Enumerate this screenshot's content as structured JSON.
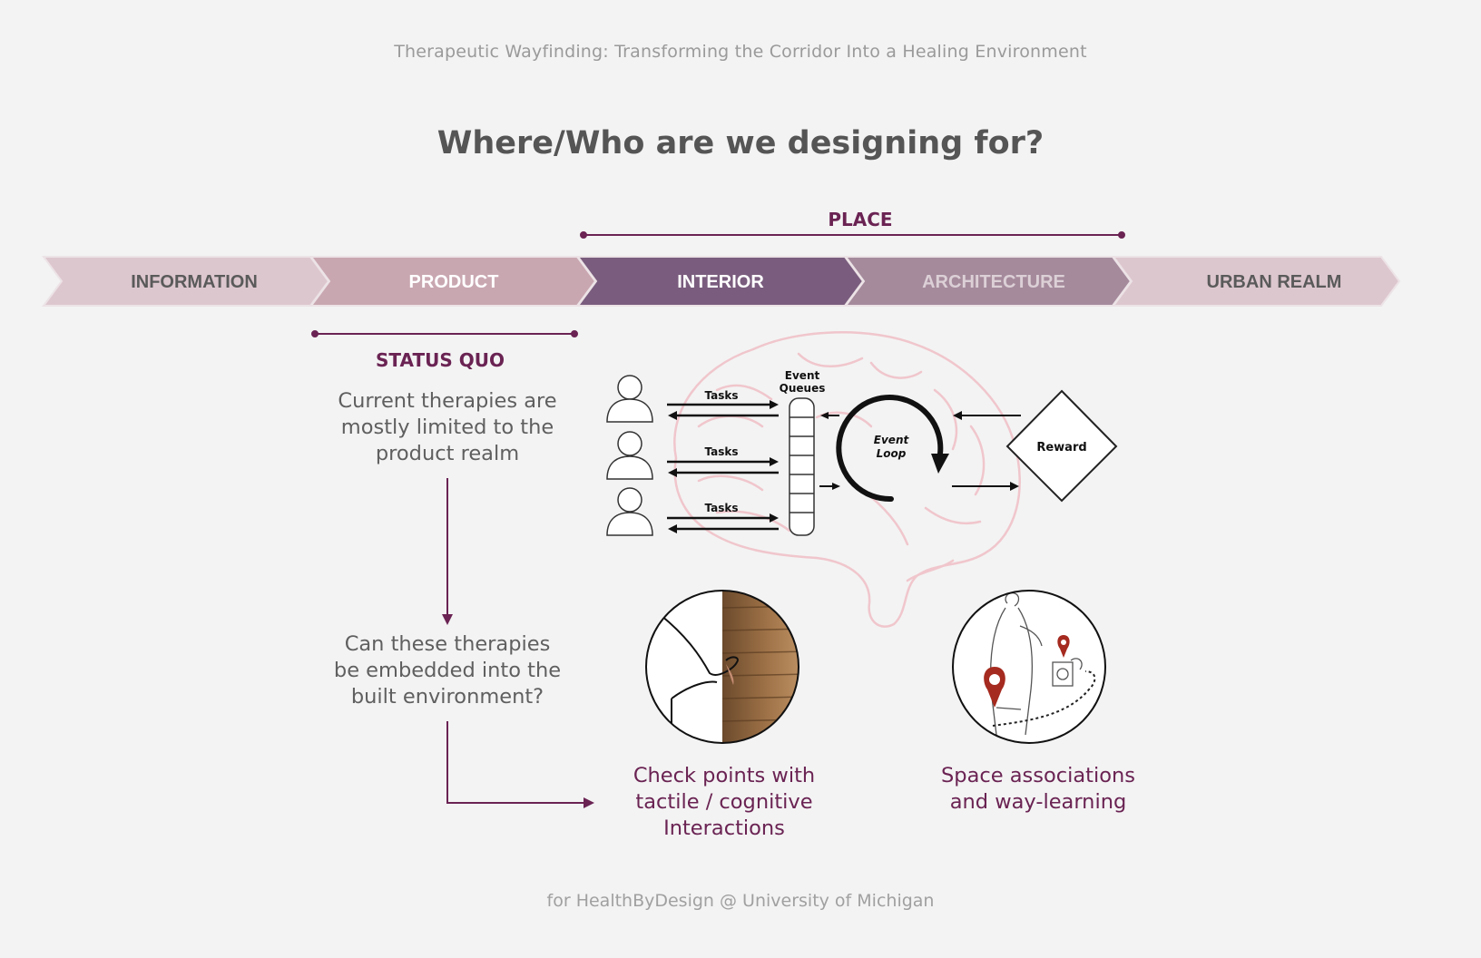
{
  "header": {
    "subtitle": "Therapeutic Wayfinding:  Transforming the Corridor Into a Healing Environment",
    "title": "Where/Who are we designing for?"
  },
  "scale": {
    "place_label": "PLACE",
    "status_quo_label": "STATUS QUO",
    "stages": [
      {
        "label": "INFORMATION",
        "fill": "#ddc7ce",
        "text_color": "#5a5a5a"
      },
      {
        "label": "PRODUCT",
        "fill": "#c9a7b1",
        "text_color": "#ffffff"
      },
      {
        "label": "INTERIOR",
        "fill": "#7a5d7e",
        "text_color": "#ffffff"
      },
      {
        "label": "ARCHITECTURE",
        "fill": "#a58a9c",
        "text_color": "#dcd0d6"
      },
      {
        "label": "URBAN REALM",
        "fill": "#ddc7ce",
        "text_color": "#5a5a5a"
      }
    ]
  },
  "text": {
    "current_therapies": "Current therapies are\nmostly limited to the\nproduct realm",
    "question": "Can these therapies\nbe embedded into the\nbuilt environment?",
    "checkpoints": "Check points with\ntactile / cognitive\nInteractions",
    "space_associations": "Space associations\nand way-learning"
  },
  "event_loop": {
    "queue_label_1": "Event",
    "queue_label_2": "Queues",
    "task_label": "Tasks",
    "loop_label_1": "Event",
    "loop_label_2": "Loop",
    "reward_label": "Reward"
  },
  "footer": "for HealthByDesign @ University of Michigan",
  "colors": {
    "accent": "#6a2353",
    "brain": "#f0c6cc",
    "pin": "#a52a1f"
  }
}
